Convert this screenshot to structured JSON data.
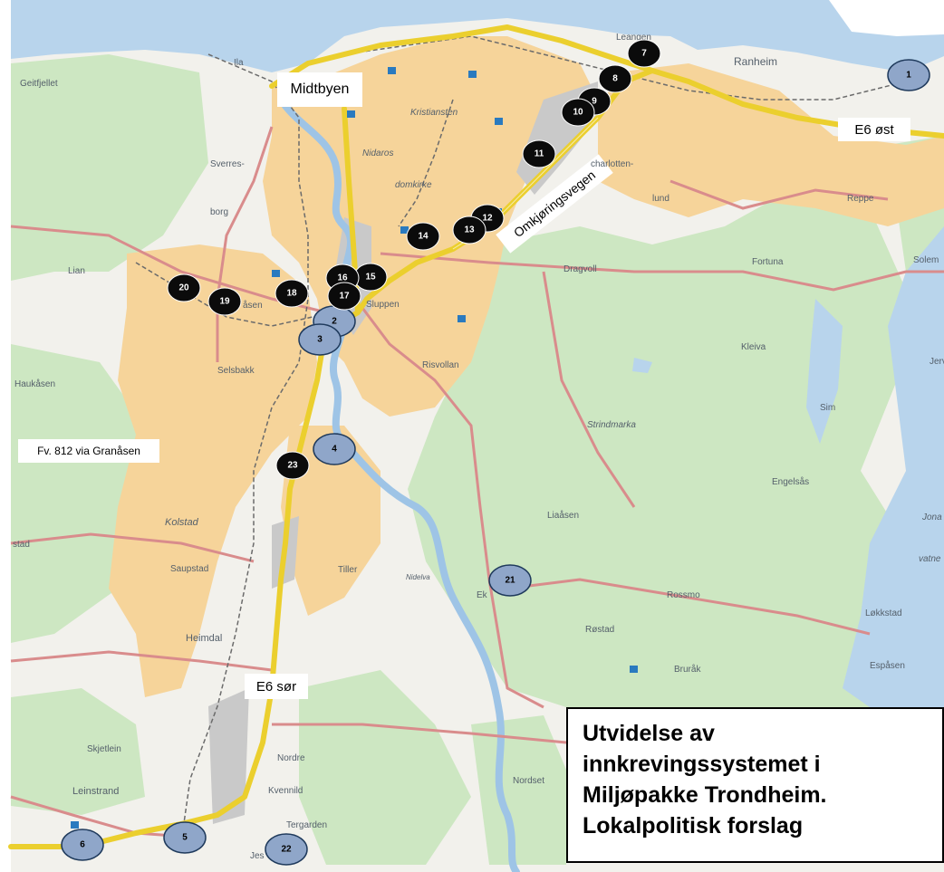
{
  "road_labels": {
    "midtbyen": "Midtbyen",
    "e6_ost": "E6 øst",
    "fv812": "Fv. 812 via Granåsen",
    "e6_sor": "E6 sør",
    "omkjoringsvegen": "Omkjøringsvegen"
  },
  "title_lines": [
    "Utvidelse av",
    "innkrevingssystemet i",
    "Miljøpakke Trondheim.",
    "Lokalpolitisk forslag"
  ],
  "place_names": {
    "ila": "Ila",
    "geitfjellet": "Geitfjellet",
    "leangen": "Leangen",
    "ranheim": "Ranheim",
    "kristiansten": "Kristiansten",
    "nidaros": "Nidaros",
    "domkirke": "domkirke",
    "sverres": "Sverres-",
    "borg": "borg",
    "charlotten": "charlotten-",
    "lund": "lund",
    "reppe": "Reppe",
    "lian": "Lian",
    "dragvoll": "Dragvoll",
    "fortuna": "Fortuna",
    "solem": "Solem",
    "sluppen": "Sluppen",
    "asen": "åsen",
    "selsbakk": "Selsbakk",
    "risvollan": "Risvollan",
    "kleiva": "Kleiva",
    "jerv": "Jerv",
    "haukasen": "Haukåsen",
    "sim": "Sim",
    "strindmarka": "Strindmarka",
    "engelsas": "Engelsås",
    "jona": "Jona",
    "vatn": "vatne",
    "kolstad": "Kolstad",
    "liaasen": "Liaåsen",
    "tiller": "Tiller",
    "nidelva": "Nidelva",
    "rossmo": "Rossmo",
    "stad": "stad",
    "saupstad": "Saupstad",
    "ek": "Ek",
    "lokkstad": "Løkkstad",
    "rostad": "Røstad",
    "heimdal": "Heimdal",
    "burak": "Bruråk",
    "espasen": "Espåsen",
    "skjetlein": "Skjetlein",
    "nordre": "Nordre",
    "kvennild": "Kvennild",
    "leinstrand": "Leinstrand",
    "nordset": "Nordset",
    "tergarden": "Tergarden",
    "jes": "Jes"
  },
  "markers": [
    {
      "label": "1",
      "style": "blue"
    },
    {
      "label": "2",
      "style": "blue"
    },
    {
      "label": "3",
      "style": "blue"
    },
    {
      "label": "4",
      "style": "blue"
    },
    {
      "label": "5",
      "style": "blue"
    },
    {
      "label": "6",
      "style": "blue"
    },
    {
      "label": "7",
      "style": "black"
    },
    {
      "label": "8",
      "style": "black"
    },
    {
      "label": "9",
      "style": "black"
    },
    {
      "label": "10",
      "style": "black"
    },
    {
      "label": "11",
      "style": "black"
    },
    {
      "label": "12",
      "style": "black"
    },
    {
      "label": "13",
      "style": "black"
    },
    {
      "label": "14",
      "style": "black"
    },
    {
      "label": "15",
      "style": "black"
    },
    {
      "label": "16",
      "style": "black"
    },
    {
      "label": "17",
      "style": "black"
    },
    {
      "label": "18",
      "style": "black"
    },
    {
      "label": "19",
      "style": "black"
    },
    {
      "label": "20",
      "style": "black"
    },
    {
      "label": "21",
      "style": "blue"
    },
    {
      "label": "22",
      "style": "blue"
    },
    {
      "label": "23",
      "style": "black"
    }
  ],
  "colors": {
    "water": "#b8d4ec",
    "forest": "#cde7c2",
    "urban": "#f6d49a",
    "land": "#f2f1ec",
    "main_road": "#ebcf2e",
    "secondary_road": "#d98c8c",
    "marker_blue": "#8fa6c9",
    "marker_black": "#0b0b0b",
    "marker_stroke": "#1f3a5c"
  }
}
